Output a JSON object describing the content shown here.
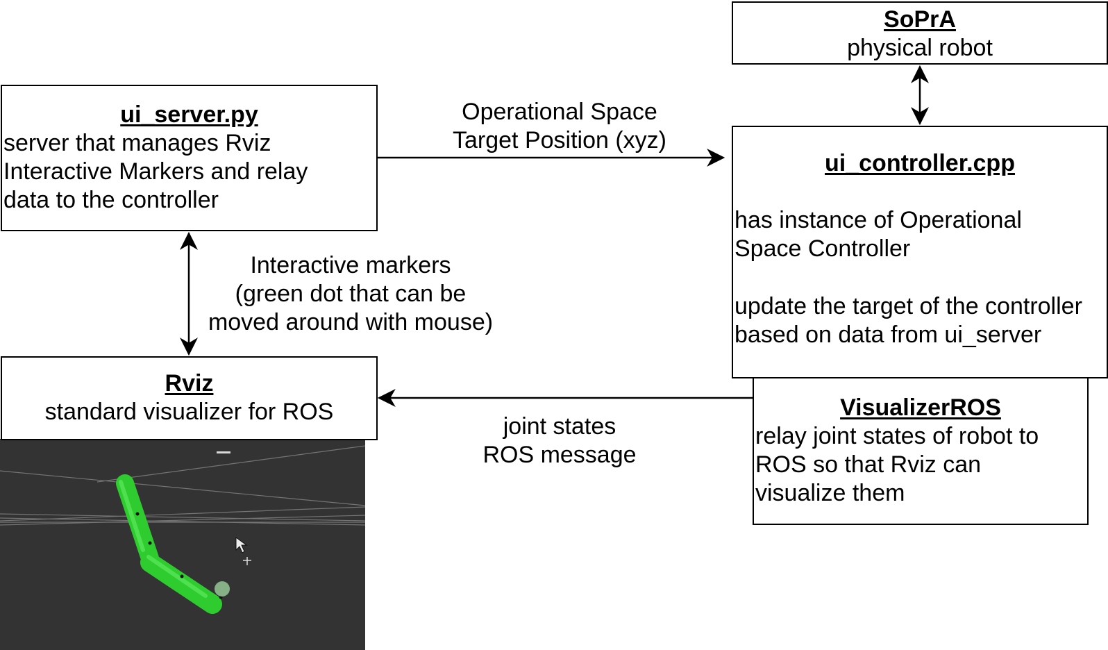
{
  "nodes": {
    "sopra": {
      "title": "SoPrA",
      "lines": [
        "physical robot"
      ]
    },
    "ui_server": {
      "title": "ui_server.py",
      "lines": [
        "server that manages Rviz",
        "Interactive Markers and relay",
        "data to the controller"
      ]
    },
    "ui_controller": {
      "title": "ui_controller.cpp",
      "lines": [
        "has instance of Operational",
        "Space Controller",
        "update the target of the controller",
        "based on data from ui_server"
      ]
    },
    "rviz": {
      "title": "Rviz",
      "lines": [
        "standard visualizer for ROS"
      ]
    },
    "visualizer_ros": {
      "title": "VisualizerROS",
      "lines": [
        "relay joint states of robot to",
        "ROS so that Rviz can",
        "visualize them"
      ]
    }
  },
  "edges": {
    "server_to_controller": {
      "lines": [
        "Operational Space",
        "Target Position (xyz)"
      ]
    },
    "server_rviz": {
      "lines": [
        "Interactive markers",
        "(green dot that can be",
        "moved around with mouse)"
      ]
    },
    "visualizer_to_rviz": {
      "lines": [
        "joint states",
        "ROS message"
      ]
    }
  },
  "colors": {
    "rviz_background": "#333333",
    "robot_green": "#33dd33",
    "stroke": "#000000"
  }
}
